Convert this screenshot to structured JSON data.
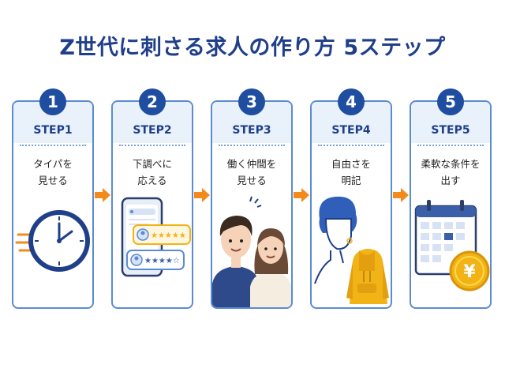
{
  "title": "Z世代に刺さる求人の作り方 5ステップ",
  "steps": [
    {
      "number": "1",
      "label": "STEP1",
      "text": "タイパを\n見せる"
    },
    {
      "number": "2",
      "label": "STEP2",
      "text": "下調べに\n応える"
    },
    {
      "number": "3",
      "label": "STEP3",
      "text": "働く仲間を\n見せる"
    },
    {
      "number": "4",
      "label": "STEP4",
      "text": "自由さを\n明記"
    },
    {
      "number": "5",
      "label": "STEP5",
      "text": "柔軟な条件を\n出す"
    }
  ],
  "icons": [
    "clock-icon",
    "review-phone-icon",
    "coworkers-icon",
    "hoodie-person-icon",
    "calendar-yen-icon"
  ],
  "review_stars": [
    "★★★★★",
    "★★★★☆"
  ],
  "yen_symbol": "¥",
  "colors": {
    "title": "#1f3f8a",
    "badge": "#1f4d9f",
    "card_border": "#5b8bd1",
    "card_head": "#e9f1fb",
    "arrow": "#f28a1c",
    "star": "#f2b316",
    "coin": "#f2b316"
  }
}
